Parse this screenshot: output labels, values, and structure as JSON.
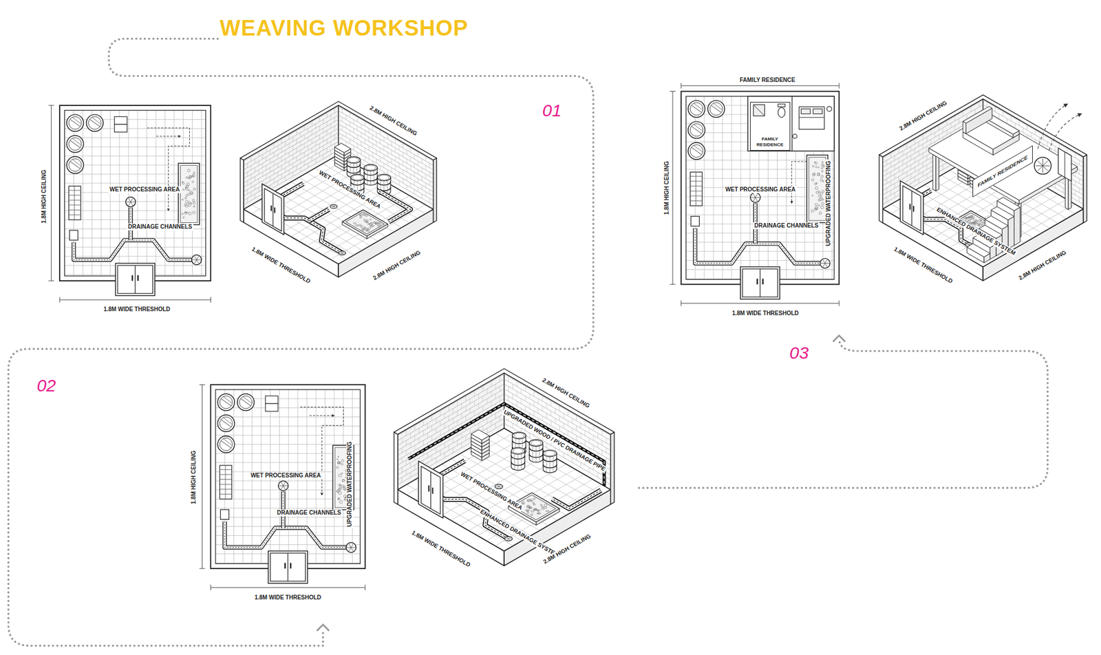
{
  "diagram": {
    "title": "WEAVING WORKSHOP",
    "nodes": [
      {
        "text": [
          "FAMILY RESIDENCE"
        ]
      },
      {
        "text": [
          "FAMILY RESIDENCE"
        ]
      }
    ],
    "labels": [
      "01",
      "1.8M HIGH CEILING",
      "WET PROCESSING AREA",
      "DRAINAGE CHANNELS",
      "1.8M WIDE THRESHOLD",
      "2.8M HIGH CEILING",
      "WET PROCESSING AREA",
      "1.8M WIDE THRESHOLD",
      "2.8M HIGH CEILING",
      "FAMILY RESIDENCE",
      "1.8M HIGH CEILING",
      "WET PROCESSING AREA",
      "DRAINAGE CHANNELS",
      "UPGRADED WATERPROOFING",
      "1.8M WIDE THRESHOLD",
      "2.8M HIGH CEILING",
      "ENHANCED DRAINAGE SYSTEM",
      "1.8M WIDE THRESHOLD",
      "2.8M HIGH CEILING",
      "03",
      "02",
      "1.8M HIGH CEILING",
      "WET PROCESSING AREA",
      "DRAINAGE CHANNELS",
      "UPGRADED WATERPROOFING",
      "1.8M WIDE THRESHOLD",
      "2.8M HIGH CEILING",
      "UPGRADED WOOD / PVC DRAINAGE PIPE",
      "WET PROCESSING AREA",
      "ENHANCED DRAINAGE SYSTEM",
      "1.8M WIDE THRESHOLD",
      "2.8M HIGH CEILING"
    ]
  }
}
